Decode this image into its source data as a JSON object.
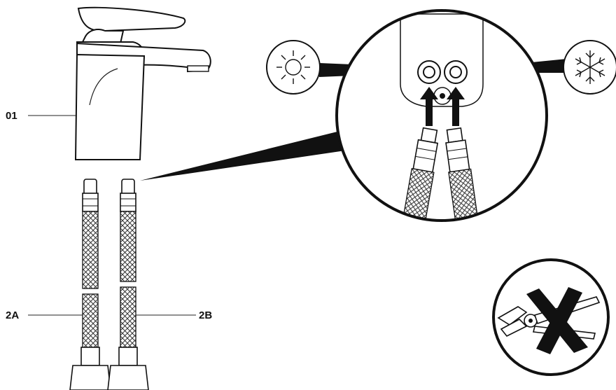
{
  "labels": {
    "faucet": "01",
    "hose_hot": "2A",
    "hose_cold": "2B"
  },
  "icons": {
    "hot": "sun-icon",
    "cold": "snowflake-icon",
    "warning": "no-pliers-icon"
  },
  "colors": {
    "ink": "#111111",
    "background": "#ffffff"
  }
}
